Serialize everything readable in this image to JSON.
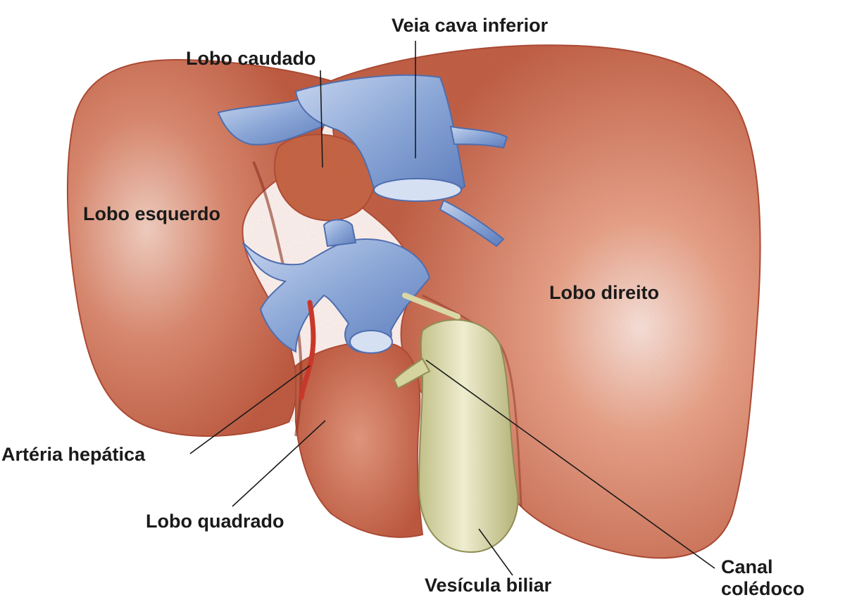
{
  "labels": {
    "veia_cava_inferior": "Veia cava inferior",
    "lobo_caudado": "Lobo caudado",
    "lobo_esquerdo": "Lobo esquerdo",
    "lobo_direito": "Lobo direito",
    "arteria_hepatica": "Artéria hepática",
    "lobo_quadrado": "Lobo quadrado",
    "vesicula_biliar": "Vesícula biliar",
    "canal_coledoco_line1": "Canal",
    "canal_coledoco_line2": "colédoco"
  },
  "colors": {
    "liver": "#c8644a",
    "liver_light": "#e9a88e",
    "liver_highlight": "#f7e3d8",
    "liver_edge": "#a9452f",
    "vein_blue": "#8aa6d6",
    "vein_blue_dark": "#5f7fbf",
    "vein_light": "#c9d7ef",
    "gallbladder": "#d9d7a6",
    "gallbladder_dark": "#b7b57a",
    "artery_red": "#c8382a"
  }
}
